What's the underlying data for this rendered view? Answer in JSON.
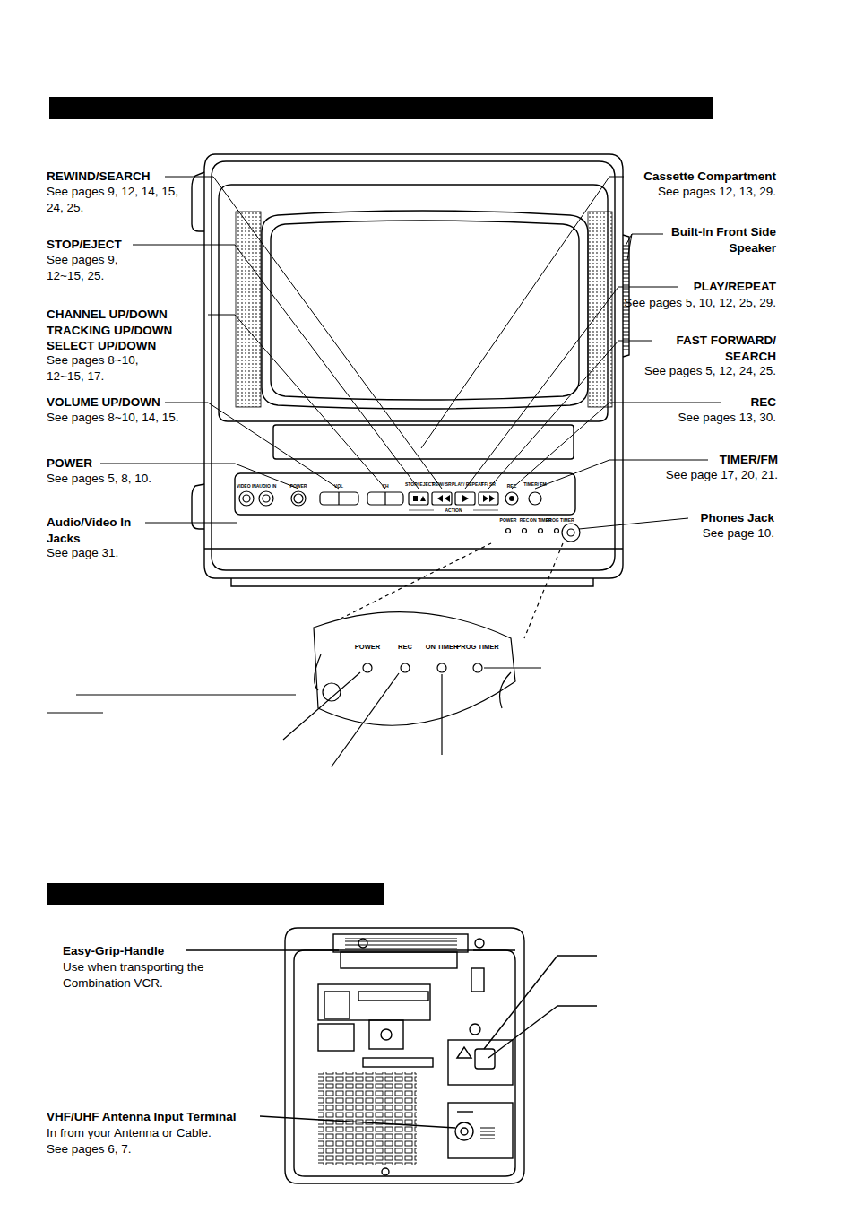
{
  "diagram": {
    "labels": [
      "REWIND/SEARCH",
      "See pages 9, 12, 14, 15, 24, 25.",
      "STOP/EJECT",
      "See pages 9, 12~15, 25.",
      "CHANNEL UP/DOWN TRACKING UP/DOWN SELECT UP/DOWN",
      "See pages 8~10, 12~15, 17.",
      "VOLUME UP/DOWN",
      "See pages 8~10, 14, 15.",
      "POWER",
      "See pages 5, 8, 10.",
      "Audio/Video In Jacks",
      "See page 31.",
      "Cassette Compartment",
      "See pages 12, 13, 29.",
      "Built-In Front Side Speaker",
      "PLAY/REPEAT",
      "See pages 5, 10, 12, 25, 29.",
      "FAST FORWARD/ SEARCH",
      "See pages 5, 12, 24, 25.",
      "REC",
      "See pages 13, 30.",
      "TIMER/FM",
      "See page 17, 20, 21.",
      "Phones Jack",
      "See page 10.",
      "POWER",
      "REC",
      "ON TIMER",
      "PROG TIMER",
      "VIDEO IN",
      "AUDIO IN",
      "POWER",
      "VOL",
      "CH",
      "STOP/ EJECT",
      "REW/ SR",
      "PLAY/ REPEAT",
      "FF/ SR",
      "REC",
      "TIMER/ FM",
      "ACTION",
      "POWER",
      "REC",
      "ON TIMER",
      "PROG TIMER",
      "Easy-Grip-Handle",
      "Use when transporting the Combination VCR.",
      "VHF/UHF Antenna Input Terminal",
      "In from your Antenna or Cable.",
      "See pages 6, 7."
    ]
  }
}
